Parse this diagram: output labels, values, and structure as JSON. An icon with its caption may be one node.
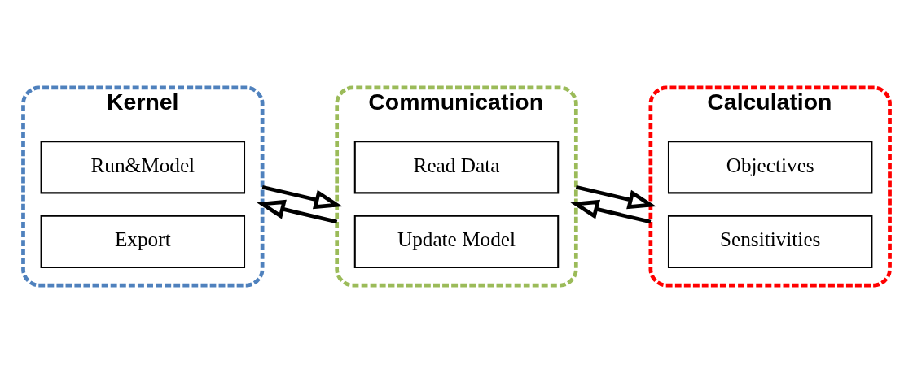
{
  "diagram": {
    "nodes": [
      {
        "text": [
          "Kernel"
        ]
      },
      {
        "text": [
          "Run&Model"
        ],
        "in": 0
      },
      {
        "text": [
          "Export"
        ],
        "in": 0
      },
      {
        "text": [
          "Communication"
        ]
      },
      {
        "text": [
          "Read Data"
        ],
        "in": 3
      },
      {
        "text": [
          "Update Model"
        ],
        "in": 3
      },
      {
        "text": [
          "Calculation"
        ]
      },
      {
        "text": [
          "Objectives"
        ],
        "in": 6
      },
      {
        "text": [
          "Sensitivities"
        ],
        "in": 6
      }
    ],
    "edges": [
      {
        "from": 0,
        "to": 3,
        "arrow": "to"
      },
      {
        "from": 3,
        "to": 0,
        "arrow": "to"
      },
      {
        "from": 3,
        "to": 6,
        "arrow": "to"
      },
      {
        "from": 6,
        "to": 3,
        "arrow": "to"
      }
    ]
  }
}
